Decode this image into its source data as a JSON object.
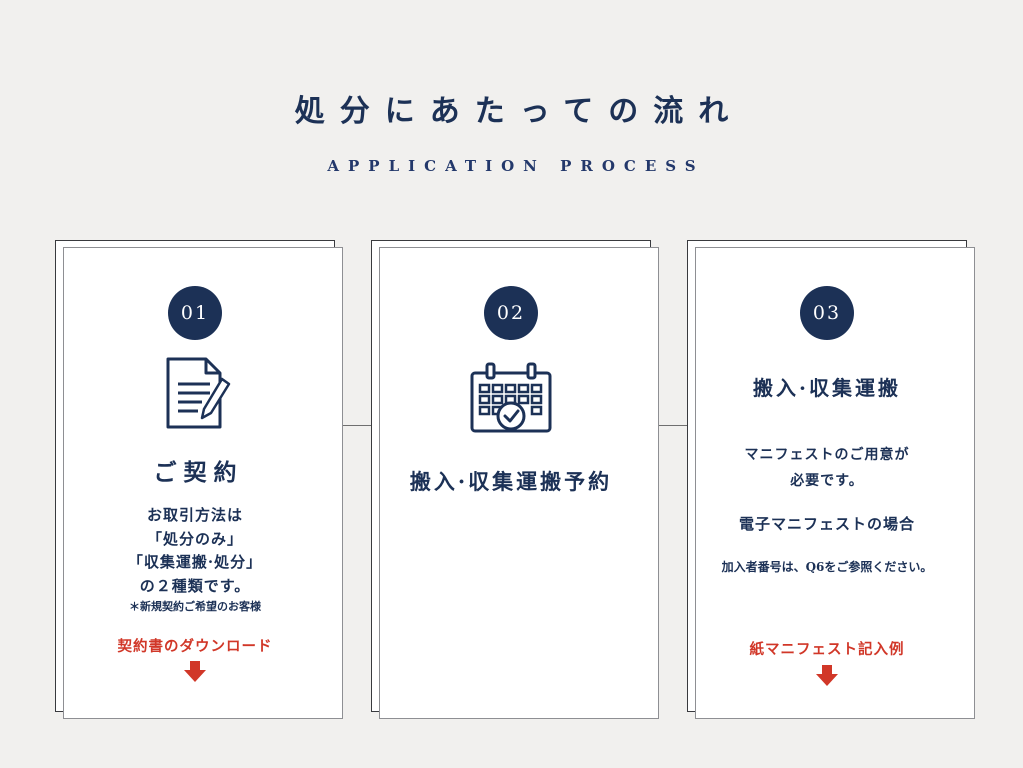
{
  "page": {
    "title": "処分にあたっての流れ",
    "subtitle": "APPLICATION PROCESS"
  },
  "colors": {
    "navy": "#1c3156",
    "red": "#d13728",
    "background": "#f1f0ee"
  },
  "steps": [
    {
      "number": "01",
      "icon": "contract-document-icon",
      "title": "ご契約",
      "body_lines": [
        "お取引方法は",
        "「処分のみ」",
        "「収集運搬·処分」",
        "の２種類です。"
      ],
      "note": "＊新規契約ご希望のお客様",
      "link_label": "契約書のダウンロード"
    },
    {
      "number": "02",
      "icon": "calendar-check-icon",
      "title": "搬入·収集運搬予約"
    },
    {
      "number": "03",
      "title": "搬入·収集運搬",
      "body_lines": [
        "マニフェストのご用意が",
        "必要です。"
      ],
      "subheading": "電子マニフェストの場合",
      "note": "加入者番号は、Q6をご参照ください。",
      "link_label": "紙マニフェスト記入例"
    }
  ]
}
